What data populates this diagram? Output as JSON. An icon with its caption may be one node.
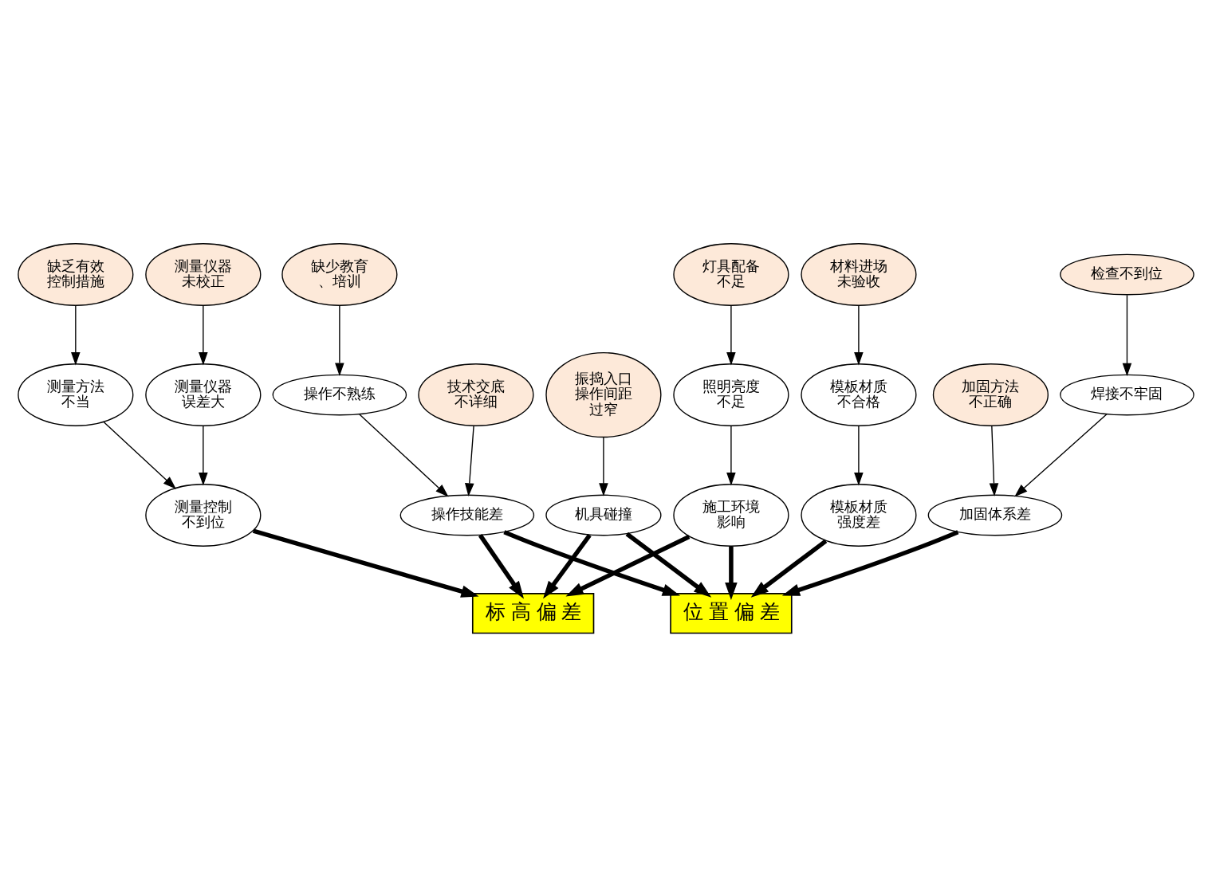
{
  "diagram": {
    "nodes": [
      {
        "text": [
          "技术交底不详细"
        ]
      },
      {
        "text": [
          "振捣入口操作间距过窄"
        ]
      },
      {
        "text": [
          "材料进场未验收"
        ]
      },
      {
        "text": [
          "缺少教育、培训"
        ]
      },
      {
        "text": [
          "模板材质不合格"
        ]
      },
      {
        "text": [
          "操作技能差"
        ]
      },
      {
        "text": [
          "机具碰撞"
        ]
      },
      {
        "text": [
          "操作不熟练"
        ]
      },
      {
        "text": [
          "模板材质强度差"
        ]
      },
      {
        "text": [
          "标 高 偏 差"
        ]
      },
      {
        "text": [
          "位 置 偏 差"
        ]
      },
      {
        "text": [
          "检查不到位"
        ]
      },
      {
        "text": [
          "缺乏有效控制措施"
        ]
      },
      {
        "text": [
          "测量控制不到位"
        ]
      },
      {
        "text": [
          "施工环境影响"
        ]
      },
      {
        "text": [
          "加固体系差"
        ]
      },
      {
        "text": [
          "焊接不牢固"
        ]
      },
      {
        "text": [
          "测量方法不当"
        ]
      },
      {
        "text": [
          "测量仪器误差大"
        ]
      },
      {
        "text": [
          "照明亮度不足"
        ]
      },
      {
        "text": [
          "测量仪器未校正"
        ]
      },
      {
        "text": [
          "加固方法不正确"
        ]
      },
      {
        "text": [
          "灯具配备不足"
        ]
      }
    ],
    "edges": [
      {
        "from": 3,
        "to": 7,
        "arrow": "to"
      },
      {
        "from": 7,
        "to": 5,
        "arrow": "to"
      },
      {
        "from": 0,
        "to": 5,
        "arrow": "to"
      },
      {
        "from": 5,
        "to": 9,
        "arrow": "to",
        "style": "thick"
      },
      {
        "from": 5,
        "to": 10,
        "arrow": "to",
        "style": "thick"
      },
      {
        "from": 1,
        "to": 6,
        "arrow": "to"
      },
      {
        "from": 6,
        "to": 9,
        "arrow": "to",
        "style": "thick"
      },
      {
        "from": 6,
        "to": 10,
        "arrow": "to",
        "style": "thick"
      },
      {
        "from": 2,
        "to": 4,
        "arrow": "to"
      },
      {
        "from": 4,
        "to": 8,
        "arrow": "to"
      },
      {
        "from": 8,
        "to": 10,
        "arrow": "to",
        "style": "thick"
      },
      {
        "from": 11,
        "to": 16,
        "arrow": "to"
      },
      {
        "from": 16,
        "to": 15,
        "arrow": "to"
      },
      {
        "from": 15,
        "to": 10,
        "arrow": "to",
        "style": "thick"
      },
      {
        "from": 21,
        "to": 15,
        "arrow": "to"
      },
      {
        "from": 13,
        "to": 9,
        "arrow": "to",
        "style": "thick"
      },
      {
        "from": 14,
        "to": 9,
        "arrow": "to",
        "style": "thick"
      },
      {
        "from": 14,
        "to": 10,
        "arrow": "to",
        "style": "thick"
      },
      {
        "from": 12,
        "to": 17,
        "arrow": "to"
      },
      {
        "from": 17,
        "to": 13,
        "arrow": "to"
      },
      {
        "from": 18,
        "to": 13,
        "arrow": "to"
      },
      {
        "from": 20,
        "to": 18,
        "arrow": "to"
      },
      {
        "from": 19,
        "to": 14,
        "arrow": "to"
      },
      {
        "from": 22,
        "to": 19,
        "arrow": "to"
      }
    ]
  }
}
